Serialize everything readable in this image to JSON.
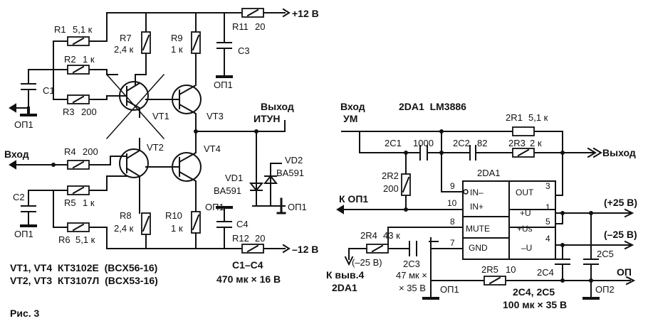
{
  "left": {
    "r1": "R1",
    "r1v": "5,1 к",
    "r2": "R2",
    "r2v": "1 к",
    "r3": "R3",
    "r3v": "200",
    "r4": "R4",
    "r4v": "200",
    "r5": "R5",
    "r5v": "1 к",
    "r6": "R6",
    "r6v": "5,1 к",
    "r7": "R7",
    "r7v": "2,4 к",
    "r8": "R8",
    "r8v": "2,4 к",
    "r9": "R9",
    "r9v": "1 к",
    "r10": "R10",
    "r10v": "1 к",
    "r11": "R11",
    "r11v": "20",
    "r12": "R12",
    "r12v": "20",
    "c1": "C1",
    "c2": "C2",
    "c3": "C3",
    "c4": "C4",
    "vt1": "VT1",
    "vt2": "VT2",
    "vt3": "VT3",
    "vt4": "VT4",
    "vd1": "VD1",
    "vd1v": "BA591",
    "vd2": "VD2",
    "vd2v": "BA591",
    "op1": "ОП1",
    "vin": "Вход",
    "vout1": "Выход",
    "vout2": "ИТУН",
    "pos": "+12 В",
    "neg": "–12 В",
    "note1": "VT1, VT4  КТ3102Е  (BCX56-16)",
    "note2": "VT2, VT3  КТ3107Л  (BCX53-16)",
    "note3": "С1–С4",
    "note4": "470 мк × 16 В"
  },
  "right": {
    "title": "2DA1  LM3886",
    "vin1": "Вход",
    "vin2": "УМ",
    "vout": "Выход",
    "chip": "2DA1",
    "pin_inm": "IN–",
    "pin_inp": "IN+",
    "pin_mute": "MUTE",
    "pin_gnd": "GND",
    "pin_out": "OUT",
    "pin_pu": "+U",
    "pin_pus": "+Us",
    "pin_mu": "–U",
    "p9": "9",
    "p10": "10",
    "p8": "8",
    "p7": "7",
    "p3": "3",
    "p1": "1",
    "p5": "5",
    "p4": "4",
    "r1": "2R1",
    "r1v": "5,1 к",
    "r2": "2R2",
    "r2v": "200",
    "r3": "2R3",
    "r3v": "2 к",
    "r4": "2R4",
    "r4v": "43 к",
    "r5": "2R5",
    "r5v": "10",
    "c1": "2C1",
    "c1v": "1000",
    "c2": "2C2",
    "c2v": "82",
    "c3": "2C3",
    "c3v1": "47 мк ×",
    "c3v2": "× 35 В",
    "c4": "2C4",
    "c5": "2C5",
    "kop1": "К ОП1",
    "neg25": "(–25 В)",
    "kvyv1": "К выв.4",
    "kvyv2": "2DA1",
    "pos25": "(+25 В)",
    "neg25b": "(–25 В)",
    "op": "ОП",
    "op1": "ОП1",
    "op2": "ОП2",
    "note1": "2C4, 2C5",
    "note2": "100 мк × 35 В"
  },
  "caption": "Рис. 3"
}
